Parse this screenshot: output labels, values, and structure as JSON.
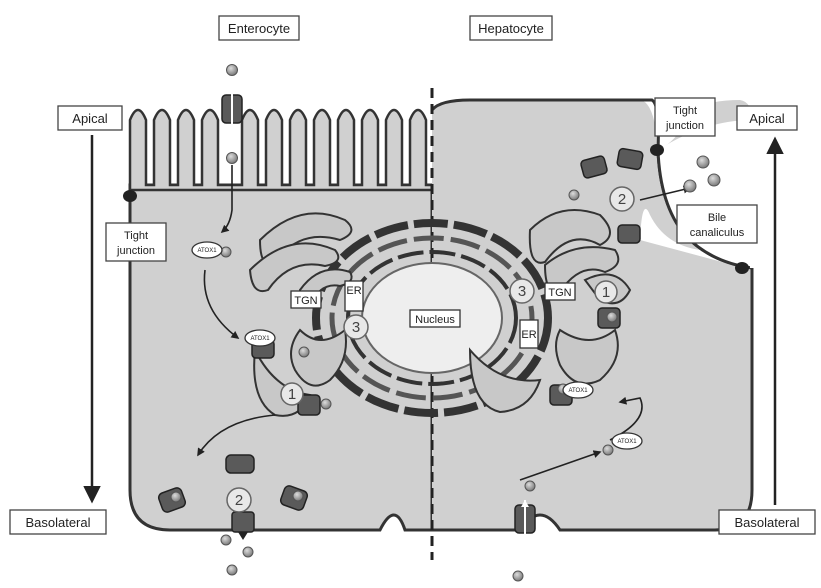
{
  "labels": {
    "enterocyte": "Enterocyte",
    "hepatocyte": "Hepatocyte",
    "apical_left": "Apical",
    "apical_right": "Apical",
    "basolateral_left": "Basolateral",
    "basolateral_right": "Basolateral",
    "tight_junction_left_1": "Tight",
    "tight_junction_left_2": "junction",
    "tight_junction_right_1": "Tight",
    "tight_junction_right_2": "junction",
    "bile_1": "Bile",
    "bile_2": "canaliculus",
    "nucleus": "Nucleus",
    "tgn_left": "TGN",
    "tgn_right": "TGN",
    "er_left": "ER",
    "er_right": "ER",
    "atox1": "ATOX1"
  },
  "steps": {
    "one": "1",
    "two": "2",
    "three": "3"
  },
  "colors": {
    "cell_fill": "#d0d0d0",
    "membrane": "#333333",
    "transporter": "#5a5a5a",
    "copper": "#9a9a9a",
    "nucleus_fill": "#eeeeee"
  }
}
